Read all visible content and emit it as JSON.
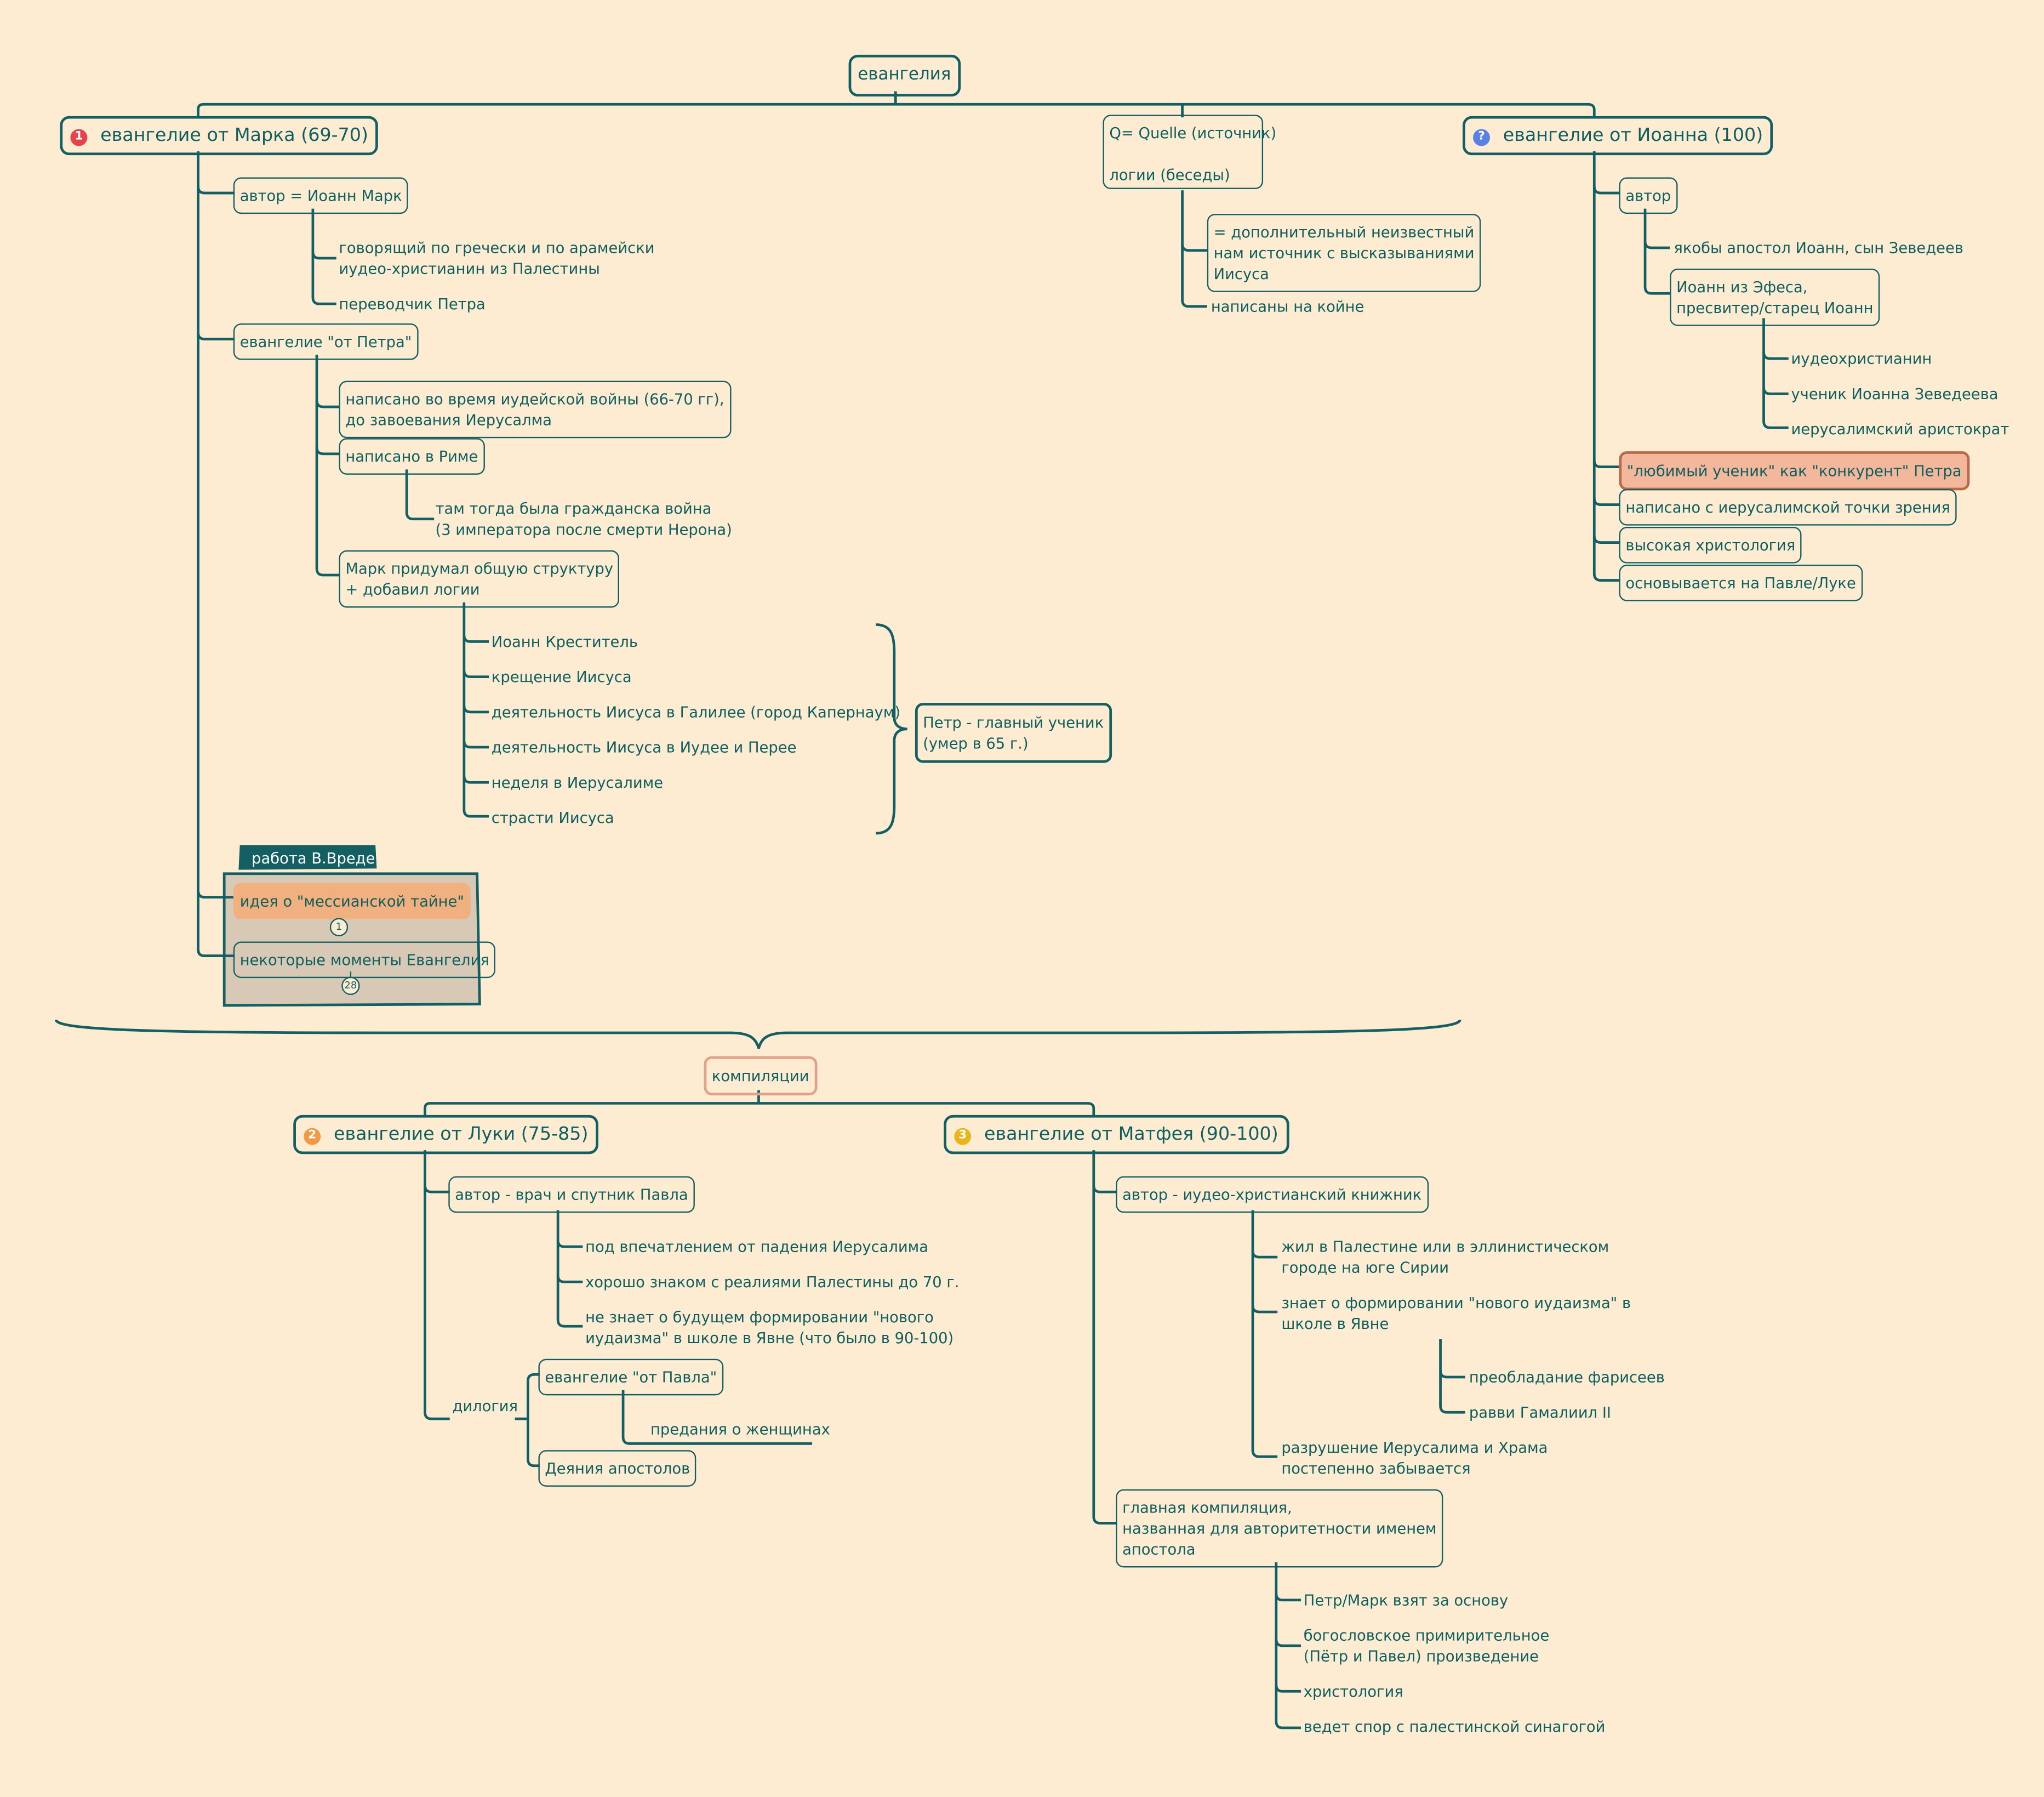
{
  "colors": {
    "line": "#135f63",
    "background": "#fdecd1",
    "mark_red": "#e6444a",
    "luke_orange": "#f09a48",
    "matthew_yellow": "#e9b51d",
    "john_blue": "#5a80e6",
    "highlight": "#f3b89c",
    "group_fill": "#d8c9b6"
  },
  "root": "евангелия",
  "mark": {
    "number": "1",
    "title": "евангелие от Марка (69-70)",
    "author": "автор = Иоанн Марк",
    "author_details": [
      "говорящий по гречески и по арамейски\nиудео-христианин из Палестины",
      "переводчик Петра"
    ],
    "peter_gospel": "евангелие \"от Петра\"",
    "written_during_war": "написано во время иудейской войны (66-70 гг),\nдо завоевания Иерусалма",
    "written_in_rome": "написано в Риме",
    "civil_war": "там тогда была гражданска война\n(3 императора после смерти Нерона)",
    "structure": "Марк придумал общую структуру\n+ добавил логии",
    "structure_items": [
      "Иоанн Креститель",
      "крещение Иисуса",
      "деятельность Иисуса в Галилее (город Капернаум)",
      "деятельность Иисуса в Иудее и Перее",
      "неделя в Иерусалиме",
      "страсти Иисуса"
    ],
    "peter_summary": "Петр - главный ученик\n(умер в 65 г.)",
    "wrede_label": "работа В.Вреде",
    "messianic_secret": "идея о \"мессианской тайне\"",
    "messianic_badge": "1",
    "some_moments": "некоторые моменты Евангелия",
    "moments_badge": "28"
  },
  "q": {
    "title": "Q= Quelle (источник)\n\nлогии (беседы)",
    "items": [
      "= дополнительный неизвестный\nнам источник с высказываниями\nИисуса",
      "написаны на койне"
    ]
  },
  "john": {
    "number": "?",
    "title": "евангелие от Иоанна (100)",
    "author": "автор",
    "author_1": "якобы апостол Иоанн, сын Зеведеев",
    "author_2": "Иоанн из Эфеса,\nпресвитер/старец Иоанн",
    "author_2_items": [
      "иудеохристианин",
      "ученик Иоанна Зеведеева",
      "иерусалимский аристократ"
    ],
    "beloved": "\"любимый ученик\" как \"конкурент\" Петра",
    "items": [
      "написано с иерусалимской точки зрения",
      "высокая христология",
      "основывается на Павле/Луке"
    ]
  },
  "compilations": "компиляции",
  "luke": {
    "number": "2",
    "title": "евангелие от Луки (75-85)",
    "author": "автор - врач и спутник Павла",
    "author_items": [
      "под впечатлением от падения Иерусалима",
      "хорошо знаком с реалиями Палестины до 70 г.",
      "не знает о будущем формировании \"нового\nиудаизма\" в школе в Явне (что было в 90-100)"
    ],
    "dilogy": "дилогия",
    "paul_gospel": "евангелие \"от Павла\"",
    "women": "предания о женщинах",
    "acts": "Деяния апостолов"
  },
  "matthew": {
    "number": "3",
    "title": "евангелие от Матфея (90-100)",
    "author": "автор - иудео-христианский книжник",
    "lived": "жил в Палестине или в эллинистическом\nгороде на юге Сирии",
    "knows": "знает о формировании \"нового иудаизма\" в\nшколе в Явне",
    "knows_items": [
      "преобладание фарисеев",
      "равви Гамалиил II"
    ],
    "destruction": "разрушение Иерусалима и Храма\nпостепенно забывается",
    "compilation": "главная компиляция,\nназванная для авторитетности именем\nапостола",
    "compilation_items": [
      "Петр/Марк взят за основу",
      "богословское примирительное\n(Пётр и Павел) произведение",
      "христология",
      "ведет спор с палестинской синагогой"
    ]
  }
}
